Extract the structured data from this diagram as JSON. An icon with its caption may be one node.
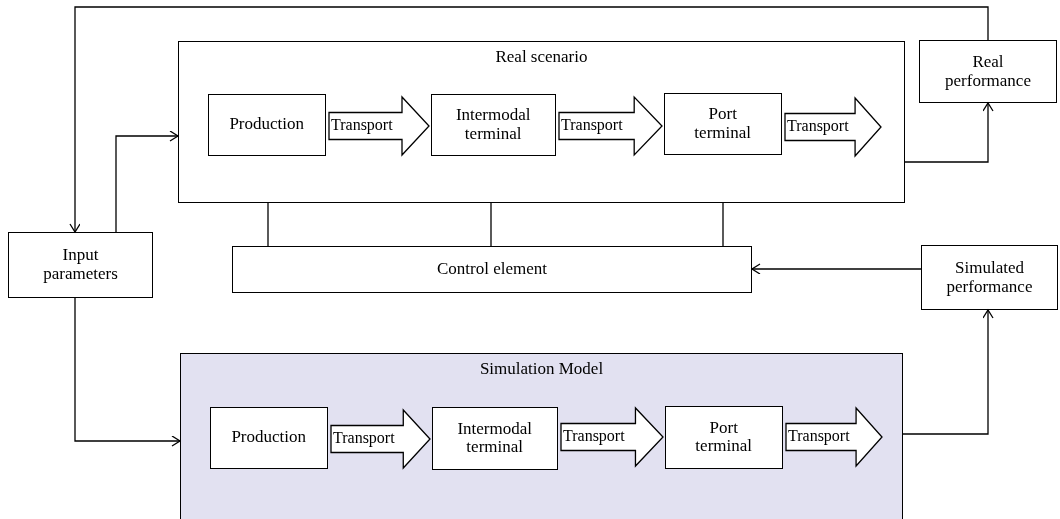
{
  "diagram": {
    "nodes": [
      {
        "text": [
          "Real scenario"
        ]
      },
      {
        "text": [
          "Production"
        ],
        "in": 0
      },
      {
        "text": [
          "Intermodal terminal"
        ],
        "in": 0
      },
      {
        "text": [
          "Port terminal"
        ],
        "in": 0
      },
      {
        "text": [
          "Real performance"
        ]
      },
      {
        "text": [
          "Input parameters"
        ]
      },
      {
        "text": [
          "Control element"
        ]
      },
      {
        "text": [
          "Simulated performance"
        ]
      },
      {
        "text": [
          "Simulation Model"
        ]
      },
      {
        "text": [
          "Production"
        ],
        "in": 8
      },
      {
        "text": [
          "Intermodal terminal"
        ],
        "in": 8
      },
      {
        "text": [
          "Port terminal"
        ],
        "in": 8
      }
    ],
    "edges": [
      {
        "from": 4,
        "to": 5,
        "arrow": "to"
      },
      {
        "from": 5,
        "to": 0,
        "arrow": "to"
      },
      {
        "from": 0,
        "to": 4,
        "arrow": "to"
      },
      {
        "from": 0,
        "to": 6,
        "arrow": "none"
      },
      {
        "from": 0,
        "to": 6,
        "arrow": "none"
      },
      {
        "from": 0,
        "to": 6,
        "arrow": "none"
      },
      {
        "from": 7,
        "to": 6,
        "arrow": "to"
      },
      {
        "from": 5,
        "to": 8,
        "arrow": "to"
      },
      {
        "from": 8,
        "to": 7,
        "arrow": "to"
      },
      {
        "from": 1,
        "to": 2,
        "arrow": "to",
        "label": "Transport"
      },
      {
        "from": 2,
        "to": 3,
        "arrow": "to",
        "label": "Transport"
      },
      {
        "from": 3,
        "to": null,
        "arrow": "to",
        "label": "Transport"
      },
      {
        "from": 9,
        "to": 10,
        "arrow": "to",
        "label": "Transport"
      },
      {
        "from": 10,
        "to": 11,
        "arrow": "to",
        "label": "Transport"
      },
      {
        "from": 11,
        "to": null,
        "arrow": "to",
        "label": "Transport"
      }
    ]
  }
}
